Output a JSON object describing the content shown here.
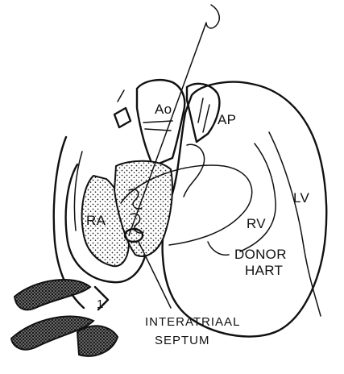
{
  "labels": {
    "ao": "Ao",
    "ap": "AP",
    "lv": "LV",
    "ra": "RA",
    "rv": "RV",
    "donor": "DONOR",
    "hart": "HART",
    "interatriaal": "INTERATRIAAL",
    "septum": "SEPTUM"
  }
}
